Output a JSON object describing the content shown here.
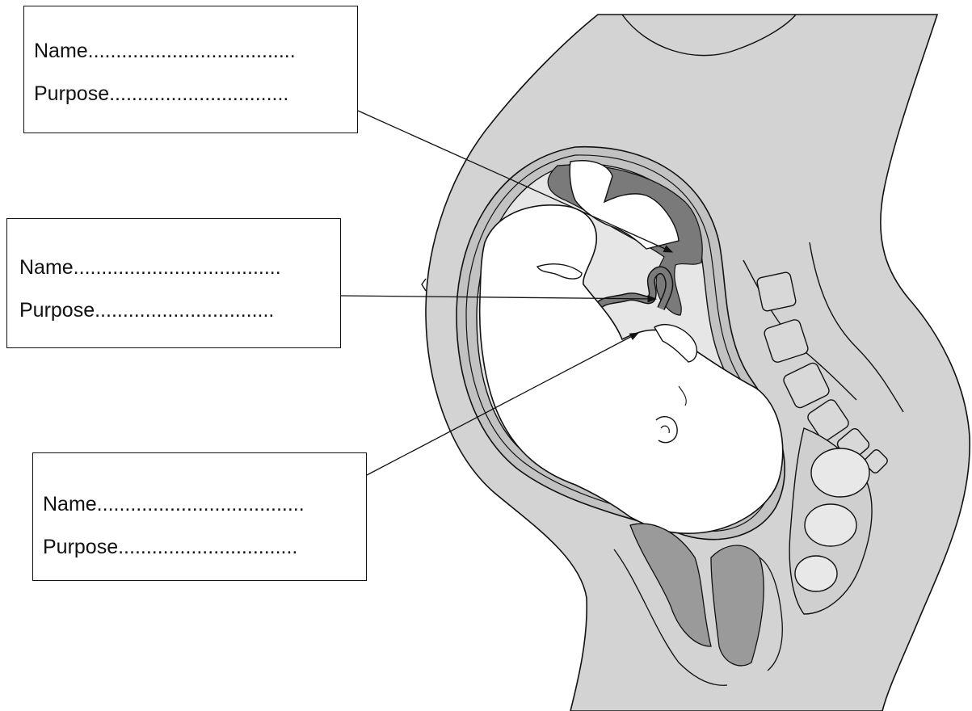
{
  "labels": [
    {
      "name_text": "Name.....................................",
      "purpose_text": "Purpose................................"
    },
    {
      "name_text": "Name.....................................",
      "purpose_text": "Purpose................................"
    },
    {
      "name_text": "Name.....................................",
      "purpose_text": "Purpose................................"
    }
  ],
  "colors": {
    "body": "#d3d3d3",
    "uterus_wall": "#c2c2c2",
    "amniotic_fluid": "#e6e6e6",
    "fetus": "#ffffff",
    "dark_tissue": "#7a7a7a",
    "outline": "#111111"
  }
}
